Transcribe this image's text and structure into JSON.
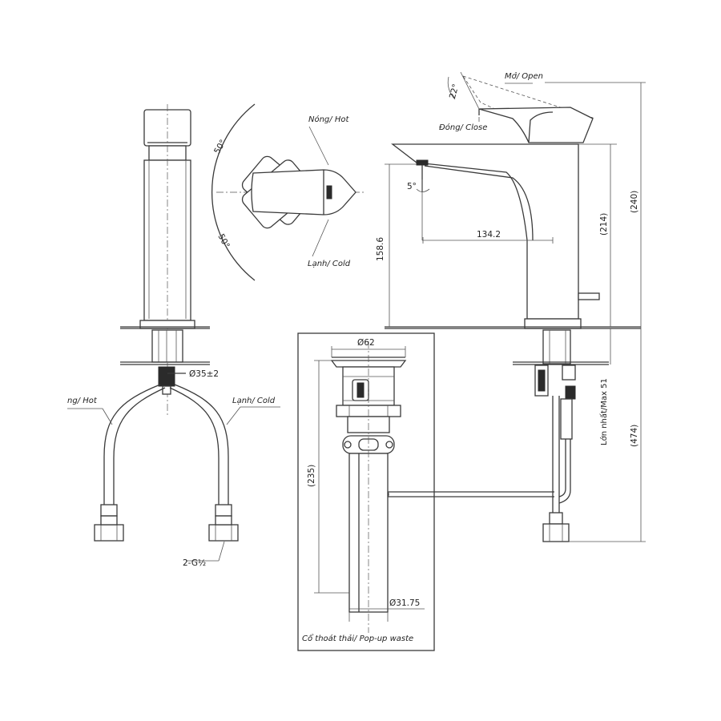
{
  "labels": {
    "open": "Mở/ Open",
    "close": "Đóng/ Close",
    "hot_top": "Nóng/ Hot",
    "cold_top": "Lạnh/ Cold",
    "hot_bottom": "ng/ Hot",
    "cold_bottom": "Lạnh/ Cold",
    "thread": "2-G½",
    "popup_waste": "Cổ thoát thải/ Pop-up waste",
    "max_thickness": "Lớn nhất/Max 51"
  },
  "dimensions": {
    "angle_22": "22°",
    "angle_50_top": "50°",
    "angle_50_bottom": "50°",
    "angle_5": "5°",
    "spout_height": "158.6",
    "spout_reach": "134.2",
    "height_214": "(214)",
    "height_240": "(240)",
    "length_474": "(474)",
    "hole_dia": "Ø35±2",
    "waste_dia_top": "Ø62",
    "waste_length": "(235)",
    "waste_dia_bottom": "Ø31.75"
  }
}
